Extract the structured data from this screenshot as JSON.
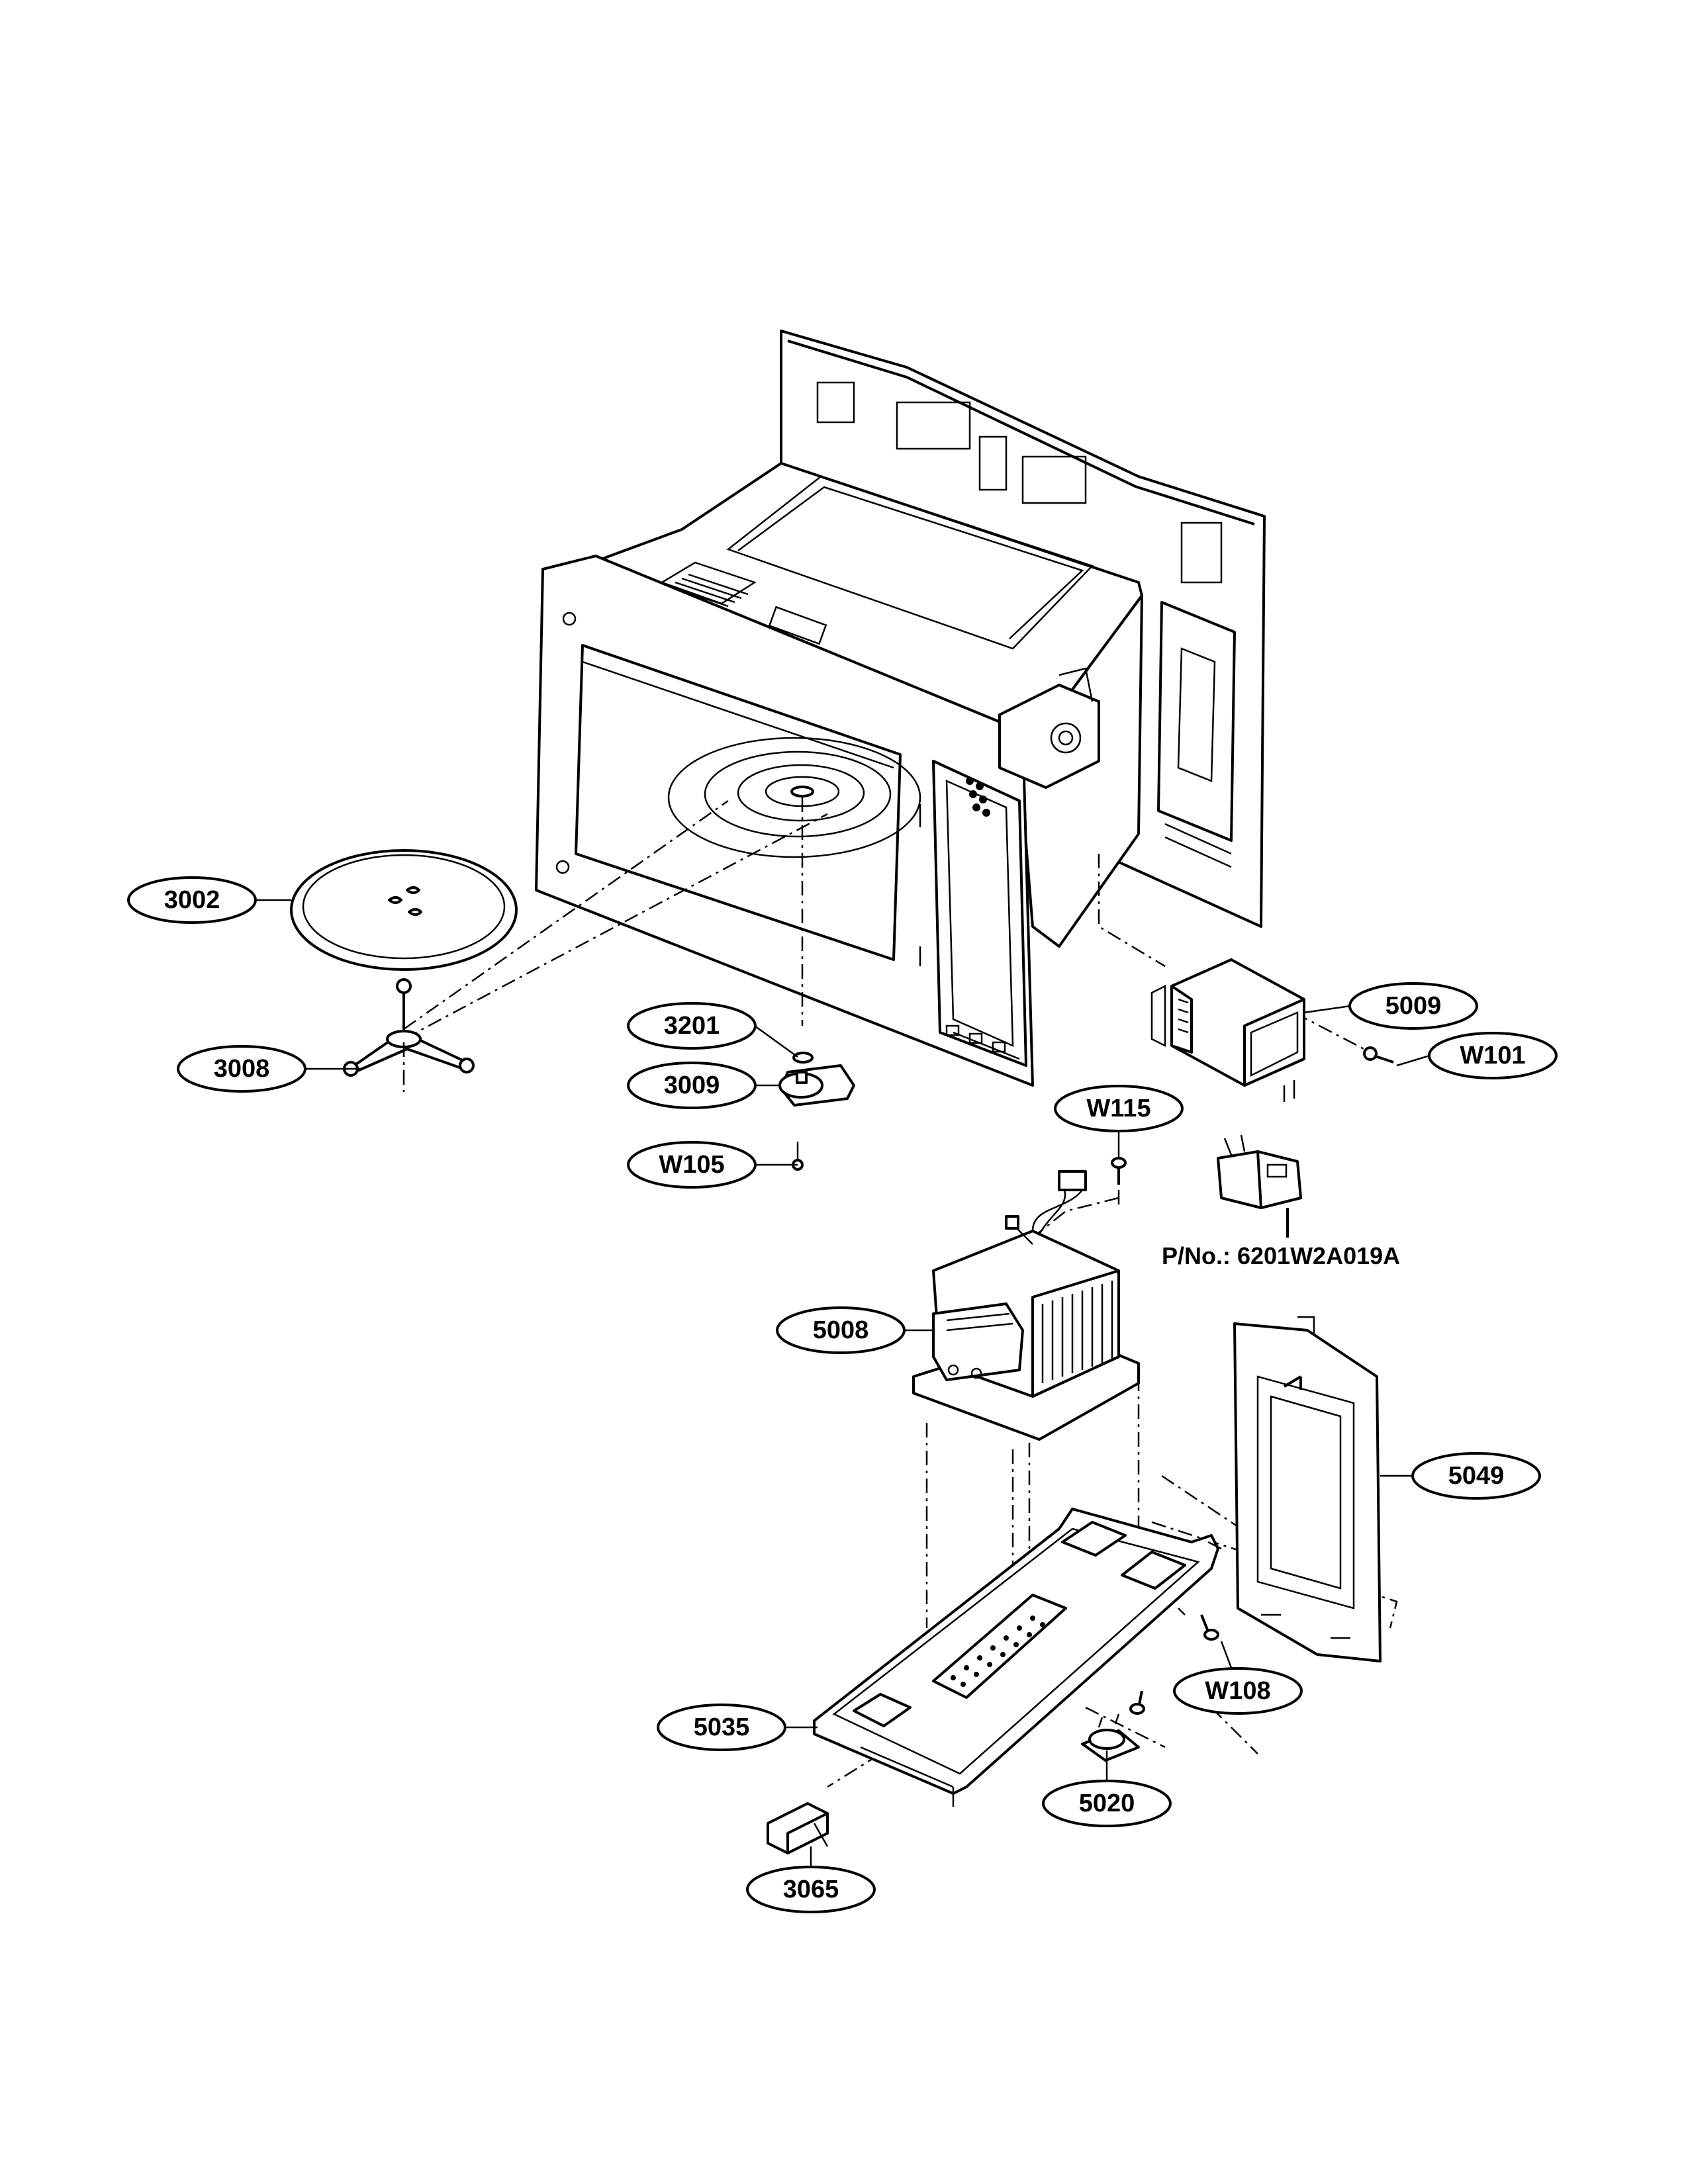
{
  "callouts": {
    "c3002": "3002",
    "c3008": "3008",
    "c3201": "3201",
    "c3009": "3009",
    "cW105": "W105",
    "cW115": "W115",
    "c5009": "5009",
    "cW101": "W101",
    "c5008": "5008",
    "c5049": "5049",
    "c5035": "5035",
    "cW108": "W108",
    "c5020": "5020",
    "c3065": "3065"
  },
  "part_number_note": "P/No.: 6201W2A019A"
}
